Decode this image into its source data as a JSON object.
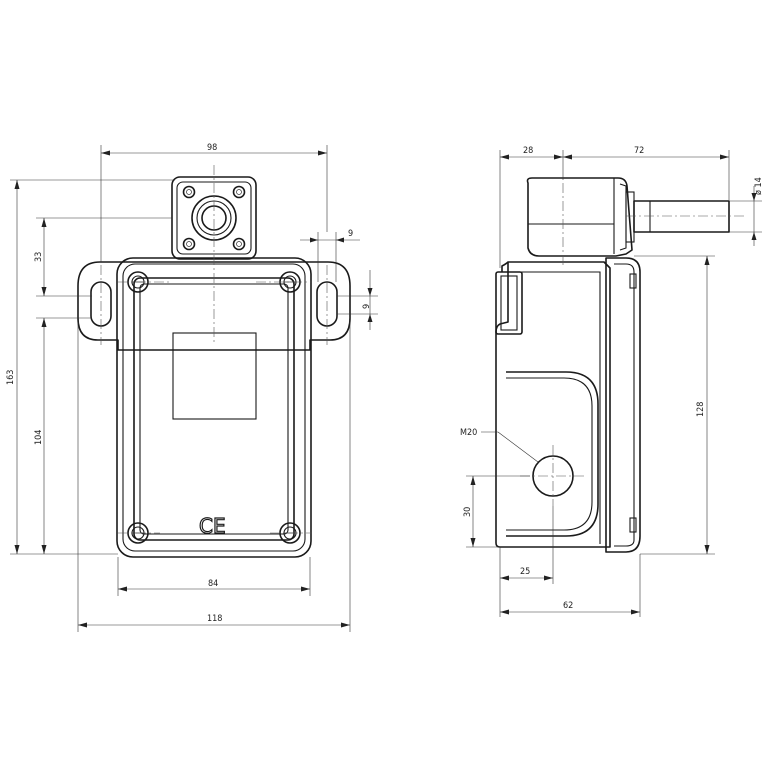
{
  "front_view": {
    "dim_overall_width": "118",
    "dim_top_span": "98",
    "dim_mount_spacing": "84",
    "dim_overall_height": "163",
    "dim_mount_height": "104",
    "dim_head_offset": "33",
    "dim_slot_width": "9",
    "dim_slot_height": "9",
    "mark": "CE"
  },
  "side_view": {
    "dim_left_offset": "28",
    "dim_shaft_length": "72",
    "dim_shaft_diameter": "ø 14",
    "dim_body_height": "128",
    "dim_depth": "62",
    "dim_thread_offset": "25",
    "dim_thread_height": "30",
    "thread_label": "M20"
  }
}
